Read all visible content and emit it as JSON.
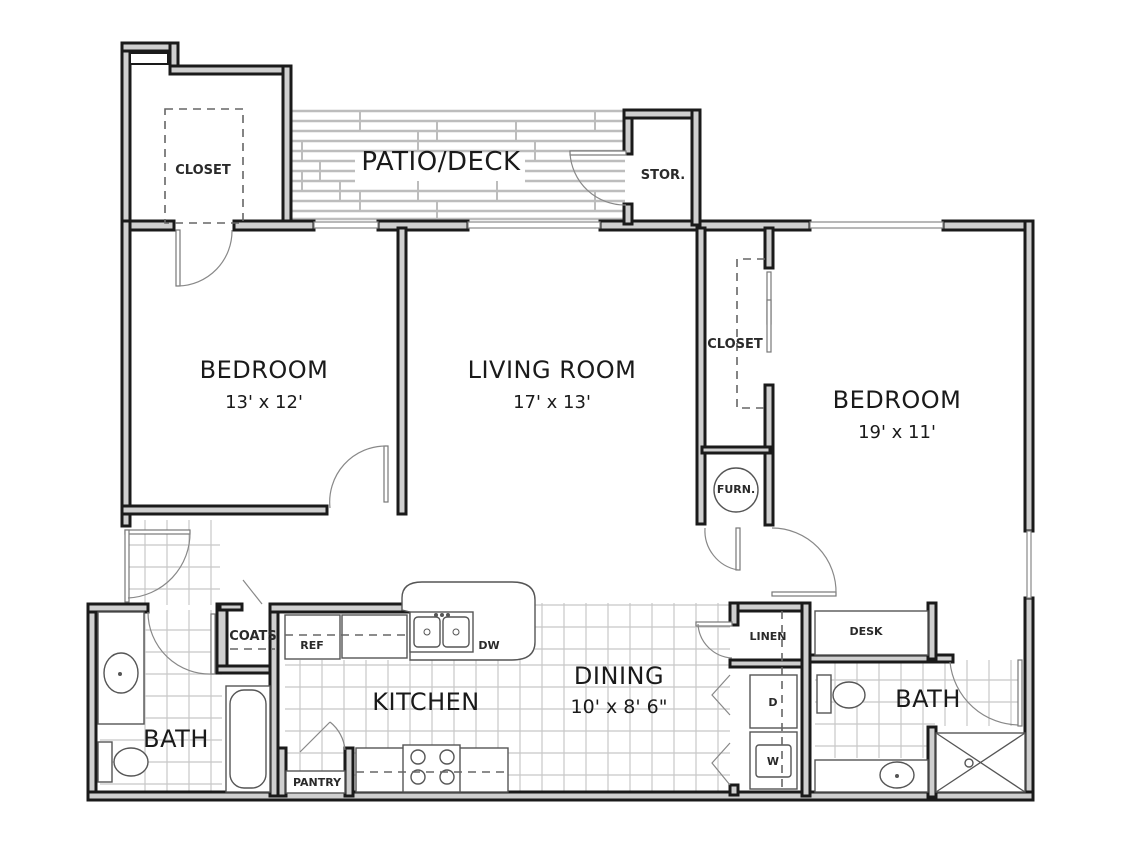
{
  "floor_plan": {
    "rooms": [
      {
        "id": "bedroom-1",
        "name": "BEDROOM",
        "dimensions": "13' x 12'"
      },
      {
        "id": "living-room",
        "name": "LIVING ROOM",
        "dimensions": "17' x 13'"
      },
      {
        "id": "bedroom-2",
        "name": "BEDROOM",
        "dimensions": "19' x 11'"
      },
      {
        "id": "dining",
        "name": "DINING",
        "dimensions": "10' x 8' 6\""
      },
      {
        "id": "kitchen",
        "name": "KITCHEN"
      },
      {
        "id": "bath-1",
        "name": "BATH"
      },
      {
        "id": "bath-2",
        "name": "BATH"
      },
      {
        "id": "patio",
        "name": "PATIO/DECK"
      }
    ],
    "spaces": {
      "closet_1": "CLOSET",
      "closet_2": "CLOSET",
      "storage": "STOR.",
      "furnace": "FURN.",
      "coats": "COATS",
      "pantry": "PANTRY",
      "linen": "LINEN",
      "desk": "DESK"
    },
    "appliances": {
      "refrigerator": "REF",
      "dishwasher": "DW",
      "dryer": "D",
      "washer": "W"
    }
  }
}
